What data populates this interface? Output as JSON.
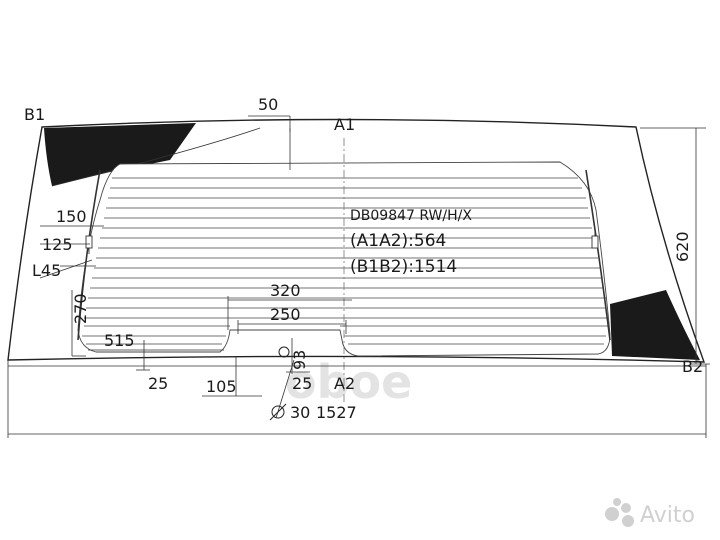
{
  "part": {
    "code": "DB09847 RW/H/X",
    "a1a2": "(A1A2):564",
    "b1b2": "(B1B2):1514"
  },
  "points": {
    "b1": "B1",
    "a1": "A1",
    "a2": "A2",
    "b2": "B2"
  },
  "dimensions": {
    "d50": "50",
    "d150": "150",
    "d125": "125",
    "l45": "L45",
    "d270": "270",
    "d515": "515",
    "d25_left": "25",
    "d105": "105",
    "d93": "93",
    "d25_center": "25",
    "d30": "30",
    "d1527": "1527",
    "d320": "320",
    "d250": "250",
    "d620": "620"
  },
  "watermark": {
    "brand": "Avito",
    "text": "oboe"
  },
  "colors": {
    "line": "#222222",
    "ceramic": "#1a1a1a",
    "watermark": "#e3e3e3"
  }
}
